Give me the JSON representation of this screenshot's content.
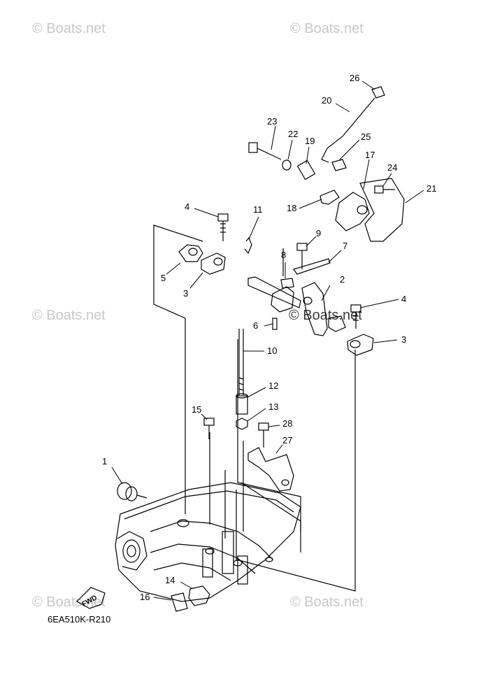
{
  "watermark": "© Boats.net",
  "diagram_code": "6EA510K-R210",
  "fwd_label": "FWD",
  "callouts": [
    "1",
    "2",
    "3",
    "3",
    "4",
    "4",
    "5",
    "6",
    "7",
    "8",
    "9",
    "10",
    "11",
    "12",
    "13",
    "14",
    "15",
    "16",
    "17",
    "18",
    "19",
    "20",
    "21",
    "22",
    "23",
    "24",
    "25",
    "26",
    "27",
    "28"
  ]
}
